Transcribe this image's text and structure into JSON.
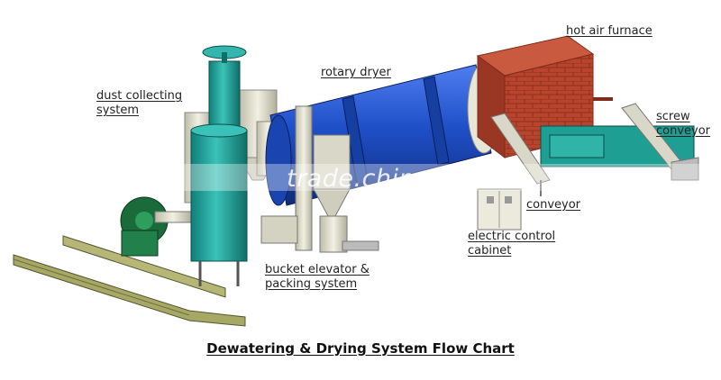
{
  "labels": {
    "hot_air_furnace": "hot air furnace",
    "rotary_dryer": "rotary dryer",
    "dust_collecting_line1": "dust collecting",
    "dust_collecting_line2": "system",
    "screw_conveyor_line1": "screw",
    "screw_conveyor_line2": "conveyor",
    "conveyor": "conveyor",
    "electric_cabinet_line1": "electric control",
    "electric_cabinet_line2": "cabinet",
    "bucket_elevator_line1": "bucket elevator &",
    "bucket_elevator_line2": "packing system"
  },
  "watermark": "trade.china.cn",
  "caption": "Dewatering & Drying System Flow Chart",
  "colors": {
    "dryer_blue": "#1f4fc8",
    "teal": "#1fa39a",
    "brick": "#b8442e",
    "frame_olive": "#a7a866",
    "machine_grey": "#d8d6c6"
  }
}
